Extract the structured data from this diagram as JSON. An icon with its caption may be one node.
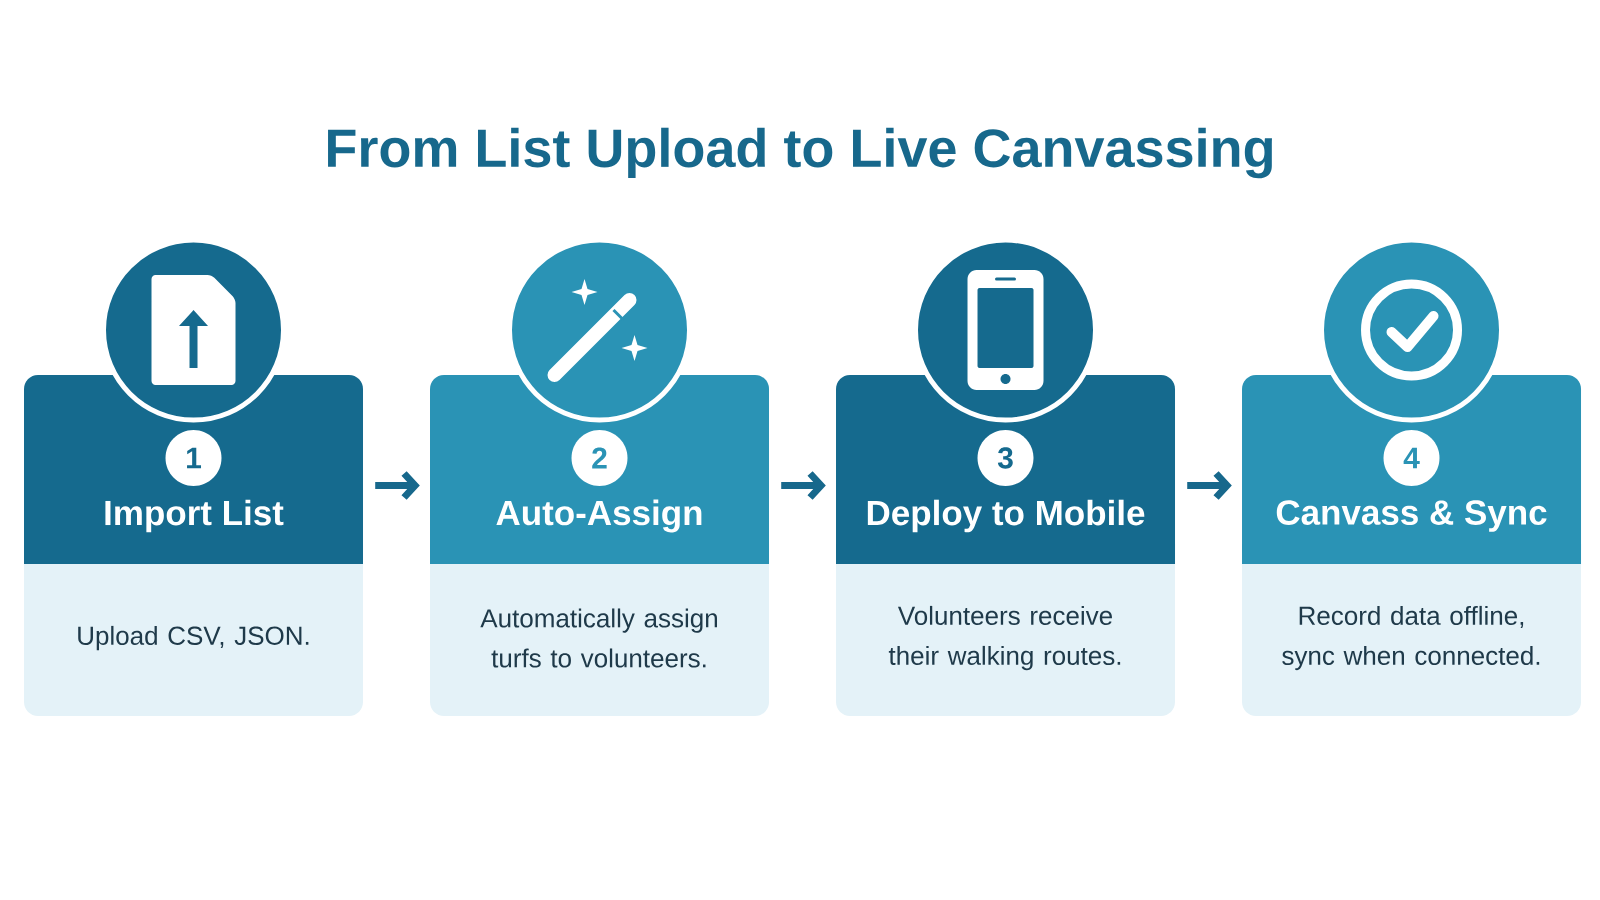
{
  "diagram": {
    "title": "From List Upload to Live Canvassing",
    "nodes": [
      {
        "text": [
          "1",
          "Import List",
          "Upload CSV, JSON."
        ]
      },
      {
        "text": [
          "2",
          "Auto-Assign",
          "Automatically assign turfs to volunteers."
        ]
      },
      {
        "text": [
          "3",
          "Deploy to Mobile",
          "Volunteers receive their walking routes."
        ]
      },
      {
        "text": [
          "4",
          "Canvass & Sync",
          "Record data offline, sync when connected."
        ]
      }
    ],
    "edges": [
      {
        "from": 0,
        "to": 1,
        "arrow": "to"
      },
      {
        "from": 1,
        "to": 2,
        "arrow": "to"
      },
      {
        "from": 2,
        "to": 3,
        "arrow": "to"
      }
    ]
  }
}
